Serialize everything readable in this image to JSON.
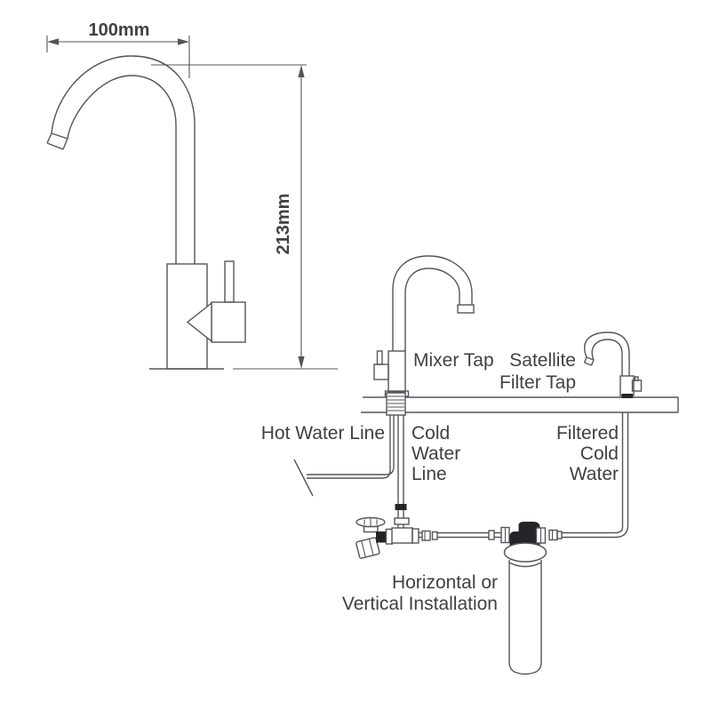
{
  "colors": {
    "background": "#ffffff",
    "line": "#54555a",
    "text": "#414042",
    "dark_fill": "#242528"
  },
  "dimension_drawing": {
    "width_label": "100mm",
    "height_label": "213mm"
  },
  "labels": {
    "dim_width": "100mm",
    "dim_height": "213mm",
    "mixer_tap": "Mixer Tap",
    "satellite_line1": "Satellite",
    "satellite_line2": "Filter Tap",
    "hot_water": "Hot Water Line",
    "cold_water": [
      "Cold",
      "Water",
      "Line"
    ],
    "filtered": [
      "Filtered",
      "Cold",
      "Water"
    ],
    "note_line1": "Horizontal or",
    "note_line2": "Vertical Installation"
  }
}
